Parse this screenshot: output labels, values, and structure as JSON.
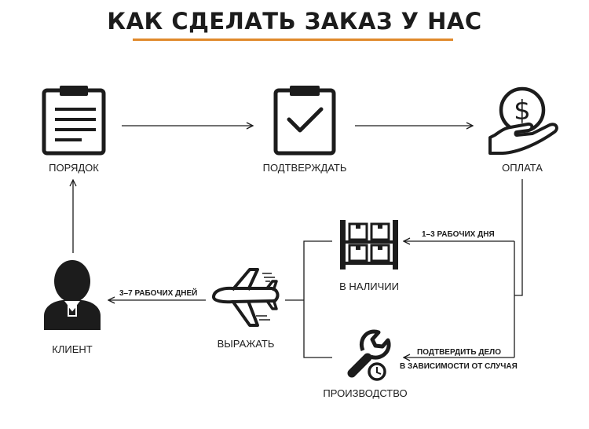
{
  "title": "КАК СДЕЛАТЬ ЗАКАЗ У НАС",
  "accent_color": "#e0892b",
  "line_color": "#1c1c1c",
  "nodes": {
    "order": {
      "label": "ПОРЯДОК",
      "icon": "clipboard-list-icon"
    },
    "confirm": {
      "label": "ПОДТВЕРЖДАТЬ",
      "icon": "clipboard-check-icon"
    },
    "payment": {
      "label": "ОПЛАТА",
      "icon": "hand-dollar-coin-icon"
    },
    "in_stock": {
      "label": "В НАЛИЧИИ",
      "icon": "warehouse-shelf-icon"
    },
    "production": {
      "label": "ПРОИЗВОДСТВО",
      "icon": "wrench-clock-icon"
    },
    "express": {
      "label": "ВЫРАЖАТЬ",
      "icon": "airplane-icon"
    },
    "client": {
      "label": "КЛИЕНТ",
      "icon": "user-icon"
    }
  },
  "edges": {
    "stock_time": "1–3 РАБОЧИХ ДНЯ",
    "production_line1": "ПОДТВЕРДИТЬ ДЕЛО",
    "production_line2": "В ЗАВИСИМОСТИ ОТ СЛУЧАЯ",
    "delivery_time": "3–7 РАБОЧИХ ДНЕЙ"
  }
}
